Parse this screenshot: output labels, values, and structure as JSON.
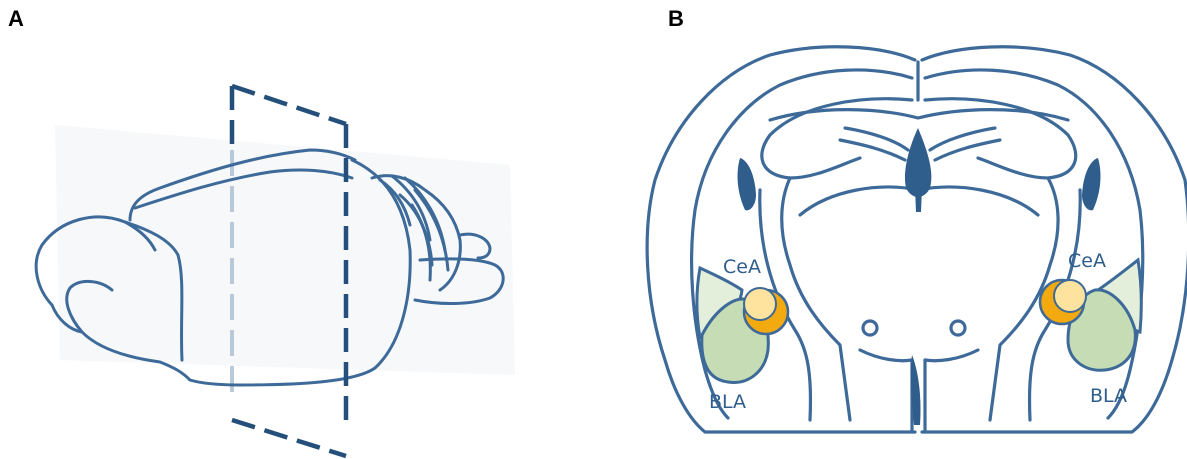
{
  "panels": {
    "a": {
      "label": "A"
    },
    "b": {
      "label": "B"
    }
  },
  "regions": {
    "cea_left": "CeA",
    "cea_right": "CeA",
    "bla_left": "BLA",
    "bla_right": "BLA"
  },
  "colors": {
    "outline": "#3d6a99",
    "outline_dark": "#2f5e8c",
    "plane_front": "#244f7a",
    "plane_back": "#b8c9da",
    "bla_fill": "#c6dcb4",
    "bla_light": "#e3eedb",
    "cea_inner": "#fde39e",
    "cea_outer": "#f3a910",
    "background_tint": "#f6f8fa"
  }
}
